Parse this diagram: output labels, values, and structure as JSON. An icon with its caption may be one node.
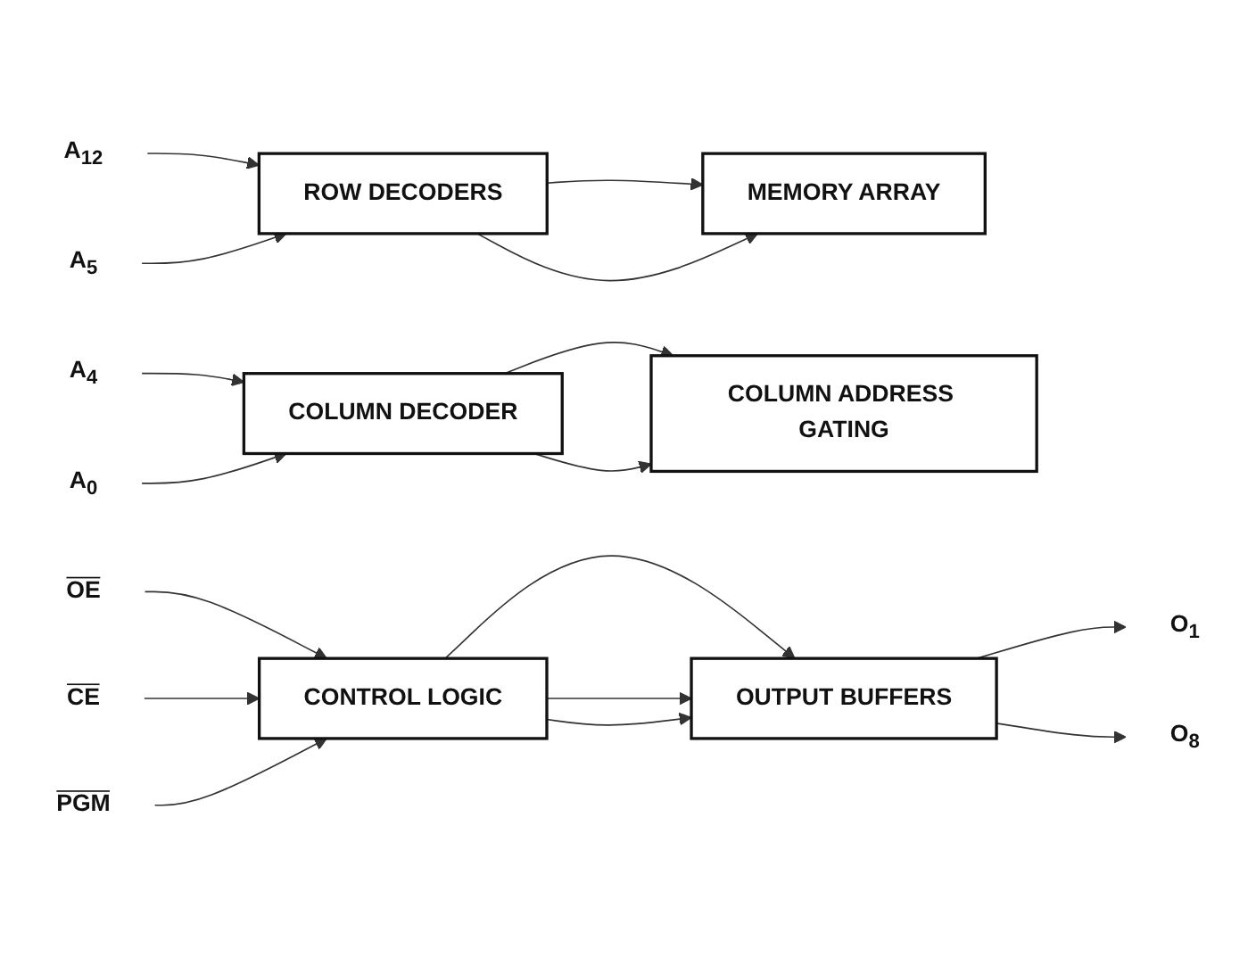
{
  "diagram": {
    "nodes": [
      {
        "text": [
          "A$_{12}$"
        ]
      },
      {
        "text": [
          "ROW DECODERS"
        ]
      },
      {
        "text": [
          "MEMORY ARRAY"
        ]
      },
      {
        "text": [
          "A$_{5}$"
        ]
      },
      {
        "text": [
          "A$_{4}$"
        ]
      },
      {
        "text": [
          "COLUMN DECODER"
        ]
      },
      {
        "text": [
          "COLUMN ADDRESS GATING"
        ]
      },
      {
        "text": [
          "A$_{0}$"
        ]
      },
      {
        "text": [
          "OE"
        ]
      },
      {
        "text": [
          "CONTROL LOGIC"
        ]
      },
      {
        "text": [
          "OUTPUT BUFFERS"
        ]
      },
      {
        "text": [
          "CE"
        ]
      },
      {
        "text": [
          "PGM"
        ]
      },
      {
        "text": [
          "O$_{1}$"
        ]
      },
      {
        "text": [
          "O$_{8}$"
        ]
      }
    ],
    "edges": [
      {
        "from": 0,
        "to": 1,
        "arrow": "to"
      },
      {
        "from": 3,
        "to": 1,
        "arrow": "to"
      },
      {
        "from": 4,
        "to": 5,
        "arrow": "to"
      },
      {
        "from": 7,
        "to": 5,
        "arrow": "to"
      },
      {
        "from": 8,
        "to": 9,
        "arrow": "to"
      },
      {
        "from": 11,
        "to": 9,
        "arrow": "to"
      },
      {
        "from": 12,
        "to": 9,
        "arrow": "to"
      },
      {
        "from": 1,
        "to": 2,
        "arrow": "to"
      },
      {
        "from": 1,
        "to": 2,
        "arrow": "to"
      },
      {
        "from": 5,
        "to": 6,
        "arrow": "to"
      },
      {
        "from": 5,
        "to": 6,
        "arrow": "to"
      },
      {
        "from": 9,
        "to": 10,
        "arrow": "to"
      },
      {
        "from": 9,
        "to": 10,
        "arrow": "to"
      },
      {
        "from": 9,
        "to": 10,
        "arrow": "to"
      },
      {
        "from": 10,
        "to": 13,
        "arrow": "to"
      },
      {
        "from": 10,
        "to": 14,
        "arrow": "to"
      }
    ]
  }
}
